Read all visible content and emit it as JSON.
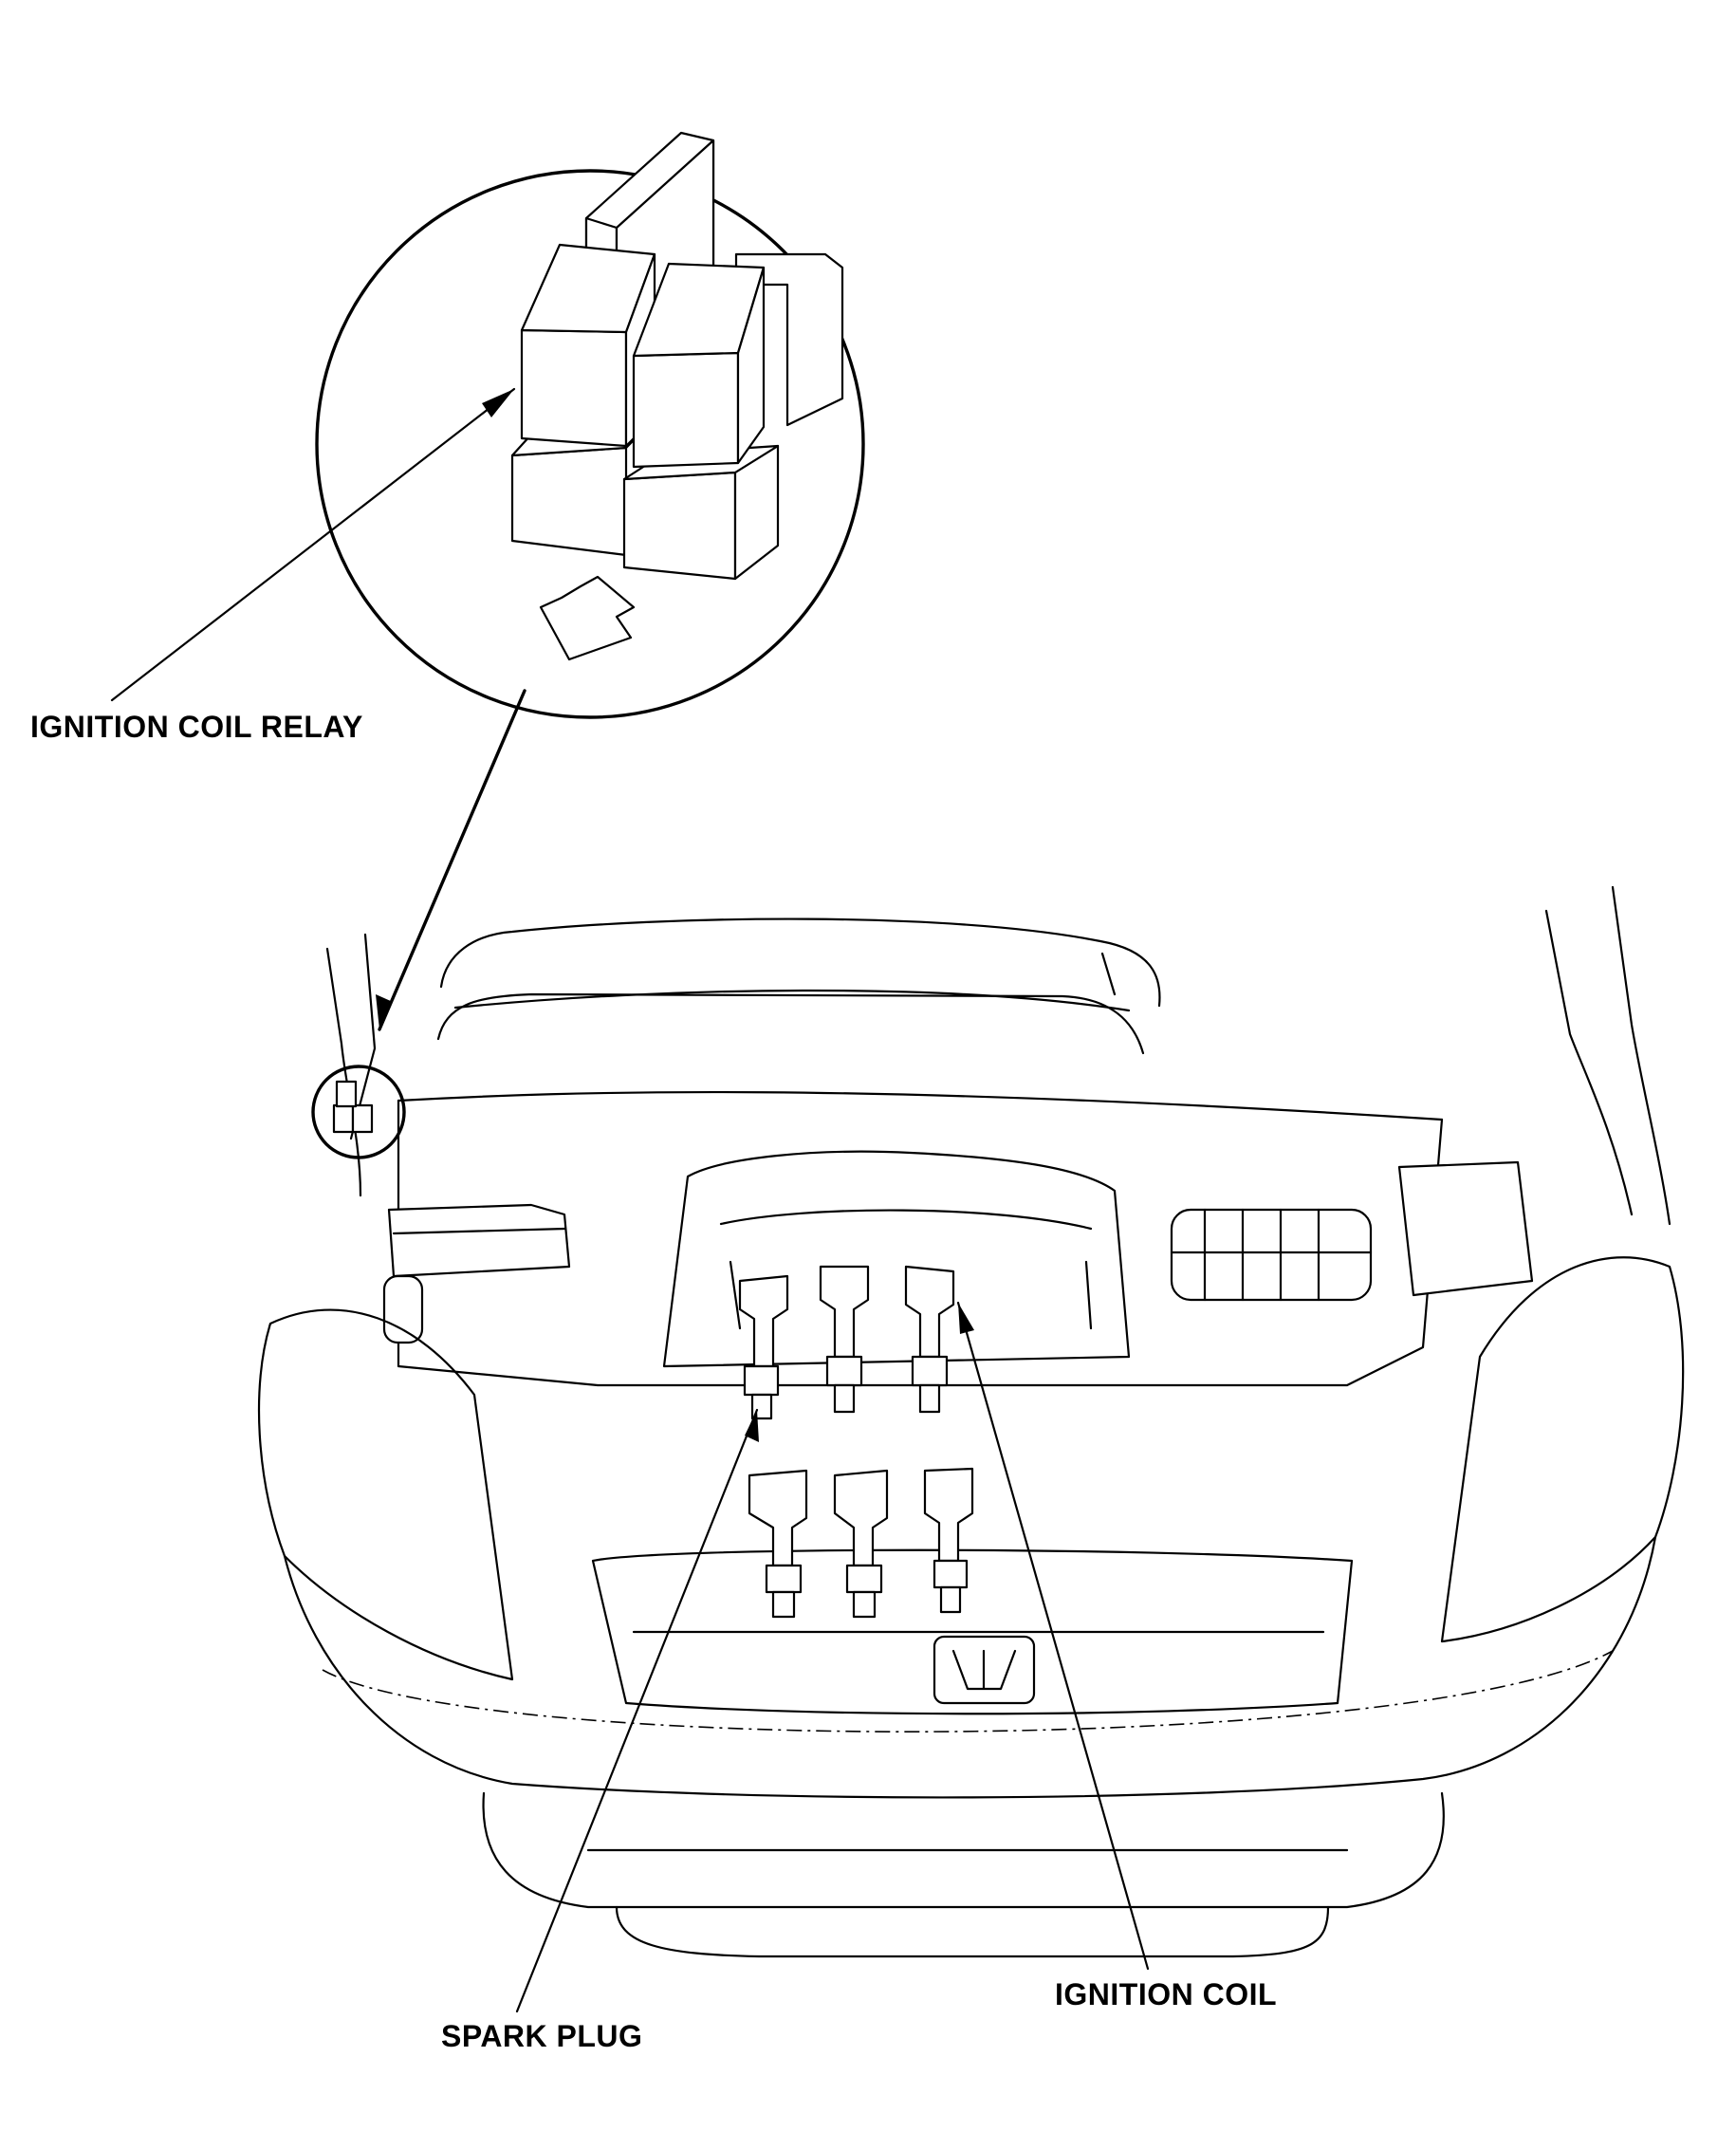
{
  "labels": {
    "ignition_coil_relay": "IGNITION COIL RELAY",
    "spark_plug": "SPARK PLUG",
    "ignition_coil": "IGNITION COIL"
  }
}
